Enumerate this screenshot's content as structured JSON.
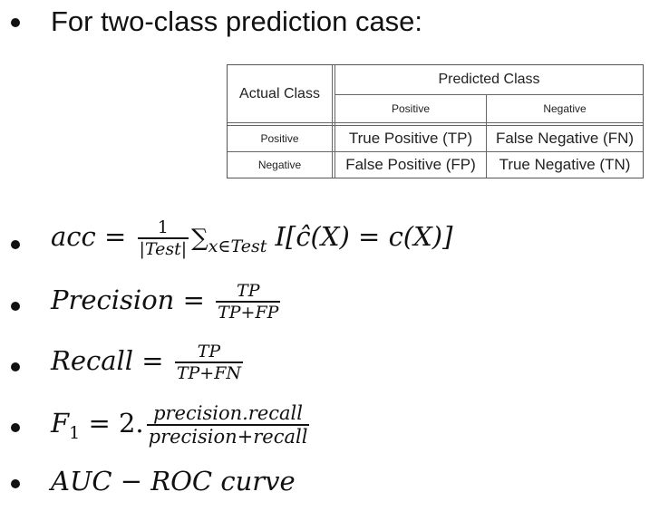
{
  "heading": "For two-class prediction case:",
  "table": {
    "actual_class": "Actual Class",
    "predicted_class": "Predicted Class",
    "col_positive": "Positive",
    "col_negative": "Negative",
    "row_positive": "Positive",
    "row_negative": "Negative",
    "tp": "True Positive (TP)",
    "fn": "False Negative (FN)",
    "fp": "False Positive (FP)",
    "tn": "True Negative (TN)"
  },
  "formulas": {
    "acc": {
      "lhs": "acc =",
      "num": "1",
      "den": "|Test|",
      "sum": "∑",
      "sum_sub": "x∈Test",
      "rhs": "I[ĉ(X) = c(X)]"
    },
    "precision": {
      "lhs": "Precision =",
      "num": "TP",
      "den": "TP+FP"
    },
    "recall": {
      "lhs": "Recall =",
      "num": "TP",
      "den": "TP+FN"
    },
    "f1": {
      "f": "F",
      "sub": "1",
      "eq": "= 2.",
      "num": "precision.recall",
      "den": "precision+recall"
    },
    "auc": "AUC − ROC curve"
  }
}
